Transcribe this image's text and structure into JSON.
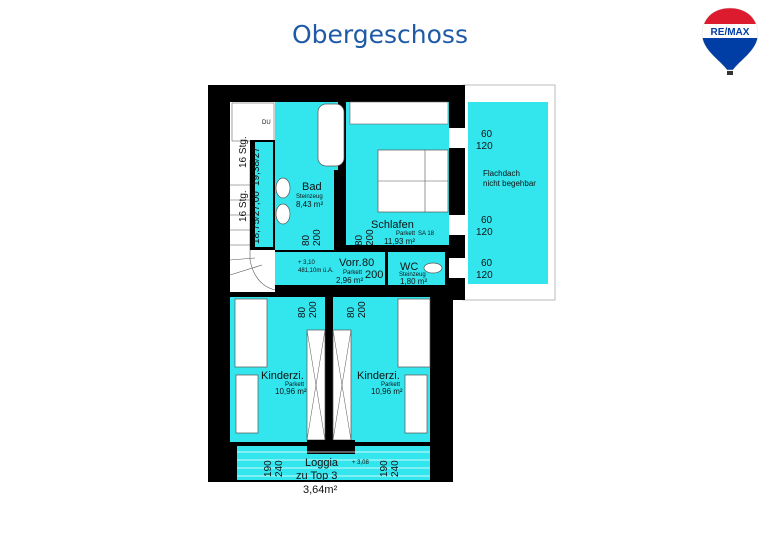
{
  "header": {
    "title": "Obergeschoss"
  },
  "logo": {
    "text": "RE/MAX",
    "icon": "hot-air-balloon-logo"
  },
  "colors": {
    "room_fill": "#33e6ee",
    "wall": "#000000",
    "title": "#1f5aa6"
  },
  "plan": {
    "rooms": [
      {
        "name": "Bad",
        "floor": "Steinzeug",
        "area": "8,43 m²"
      },
      {
        "name": "Schlafen",
        "floor": "Parkett",
        "area": "11,93 m²"
      },
      {
        "name": "Vorr.",
        "floor": "Parkett",
        "area": "2,96 m²"
      },
      {
        "name": "WC",
        "floor": "Steinzeug",
        "area": "1,80 m²"
      },
      {
        "name": "Kinderzi.",
        "floor": "Parkett",
        "area": "10,96 m²"
      },
      {
        "name": "Kinderzi.",
        "floor": "Parkett",
        "area": "10,96 m²"
      }
    ],
    "loggia": {
      "line1": "Loggia",
      "line2": "zu Top 3",
      "area": "3,64m²",
      "level": "+ 3,08"
    },
    "shower": "DU",
    "stairs": {
      "steps1": "16 Stg.",
      "ratio1": "19,38/27",
      "steps2": "16 Stg.",
      "ratio2": "18,75/27,00"
    },
    "level_mark": {
      "level": "+ 3,10",
      "sea": "481,10m ü.A."
    },
    "sa": "SA 18",
    "roof": {
      "line1": "Flachdach",
      "line2": "nicht begehbar"
    },
    "windows": [
      {
        "w": "60",
        "h": "120"
      },
      {
        "w": "60",
        "h": "120"
      },
      {
        "w": "60",
        "h": "120"
      }
    ],
    "doors": {
      "w": "80",
      "h": "200"
    },
    "loggia_doors": {
      "w": "190",
      "h": "240"
    }
  }
}
